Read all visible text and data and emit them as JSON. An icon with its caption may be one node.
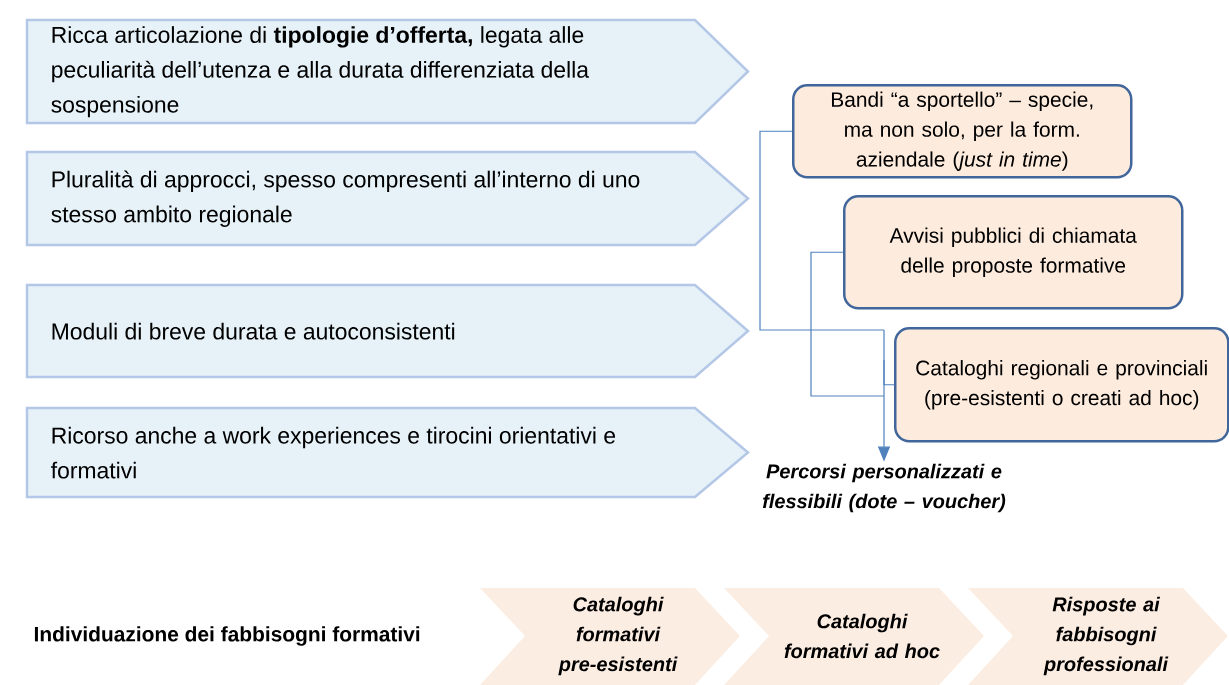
{
  "diagram": {
    "nodes": [
      {
        "text": [
          "Ricca articolazione di **tipologie d’offerta,** legata alle peculiarità dell’utenza e alla durata differenziata della sospensione"
        ]
      },
      {
        "text": [
          "Pluralità di approcci, spesso compresenti all’interno di uno stesso ambito regionale"
        ]
      },
      {
        "text": [
          "Moduli di breve durata e autoconsistenti"
        ]
      },
      {
        "text": [
          "Ricorso anche a work experiences e tirocini orientativi e formativi"
        ]
      },
      {
        "text": [
          "Bandi “a sportello” – specie, ma non solo, per la form. aziendale (*just in time*)"
        ]
      },
      {
        "text": [
          "Avvisi pubblici di chiamata delle proposte formative"
        ]
      },
      {
        "text": [
          "Cataloghi regionali e provinciali (pre-esistenti o creati ad hoc)"
        ]
      },
      {
        "text": [
          "Percorsi personalizzati e flessibili (dote – voucher)"
        ]
      },
      {
        "text": [
          "Cataloghi formativi pre-esistenti"
        ]
      },
      {
        "text": [
          "Cataloghi formativi ad hoc"
        ]
      },
      {
        "text": [
          "Risposte ai fabbisogni professionali"
        ]
      }
    ],
    "edges": [
      {
        "from": 4,
        "to": 7,
        "arrow": "to"
      },
      {
        "from": 5,
        "to": 7,
        "arrow": "to"
      },
      {
        "from": 6,
        "to": 7,
        "arrow": "to"
      }
    ],
    "labels": [
      "Individuazione dei fabbisogni formativi"
    ]
  }
}
